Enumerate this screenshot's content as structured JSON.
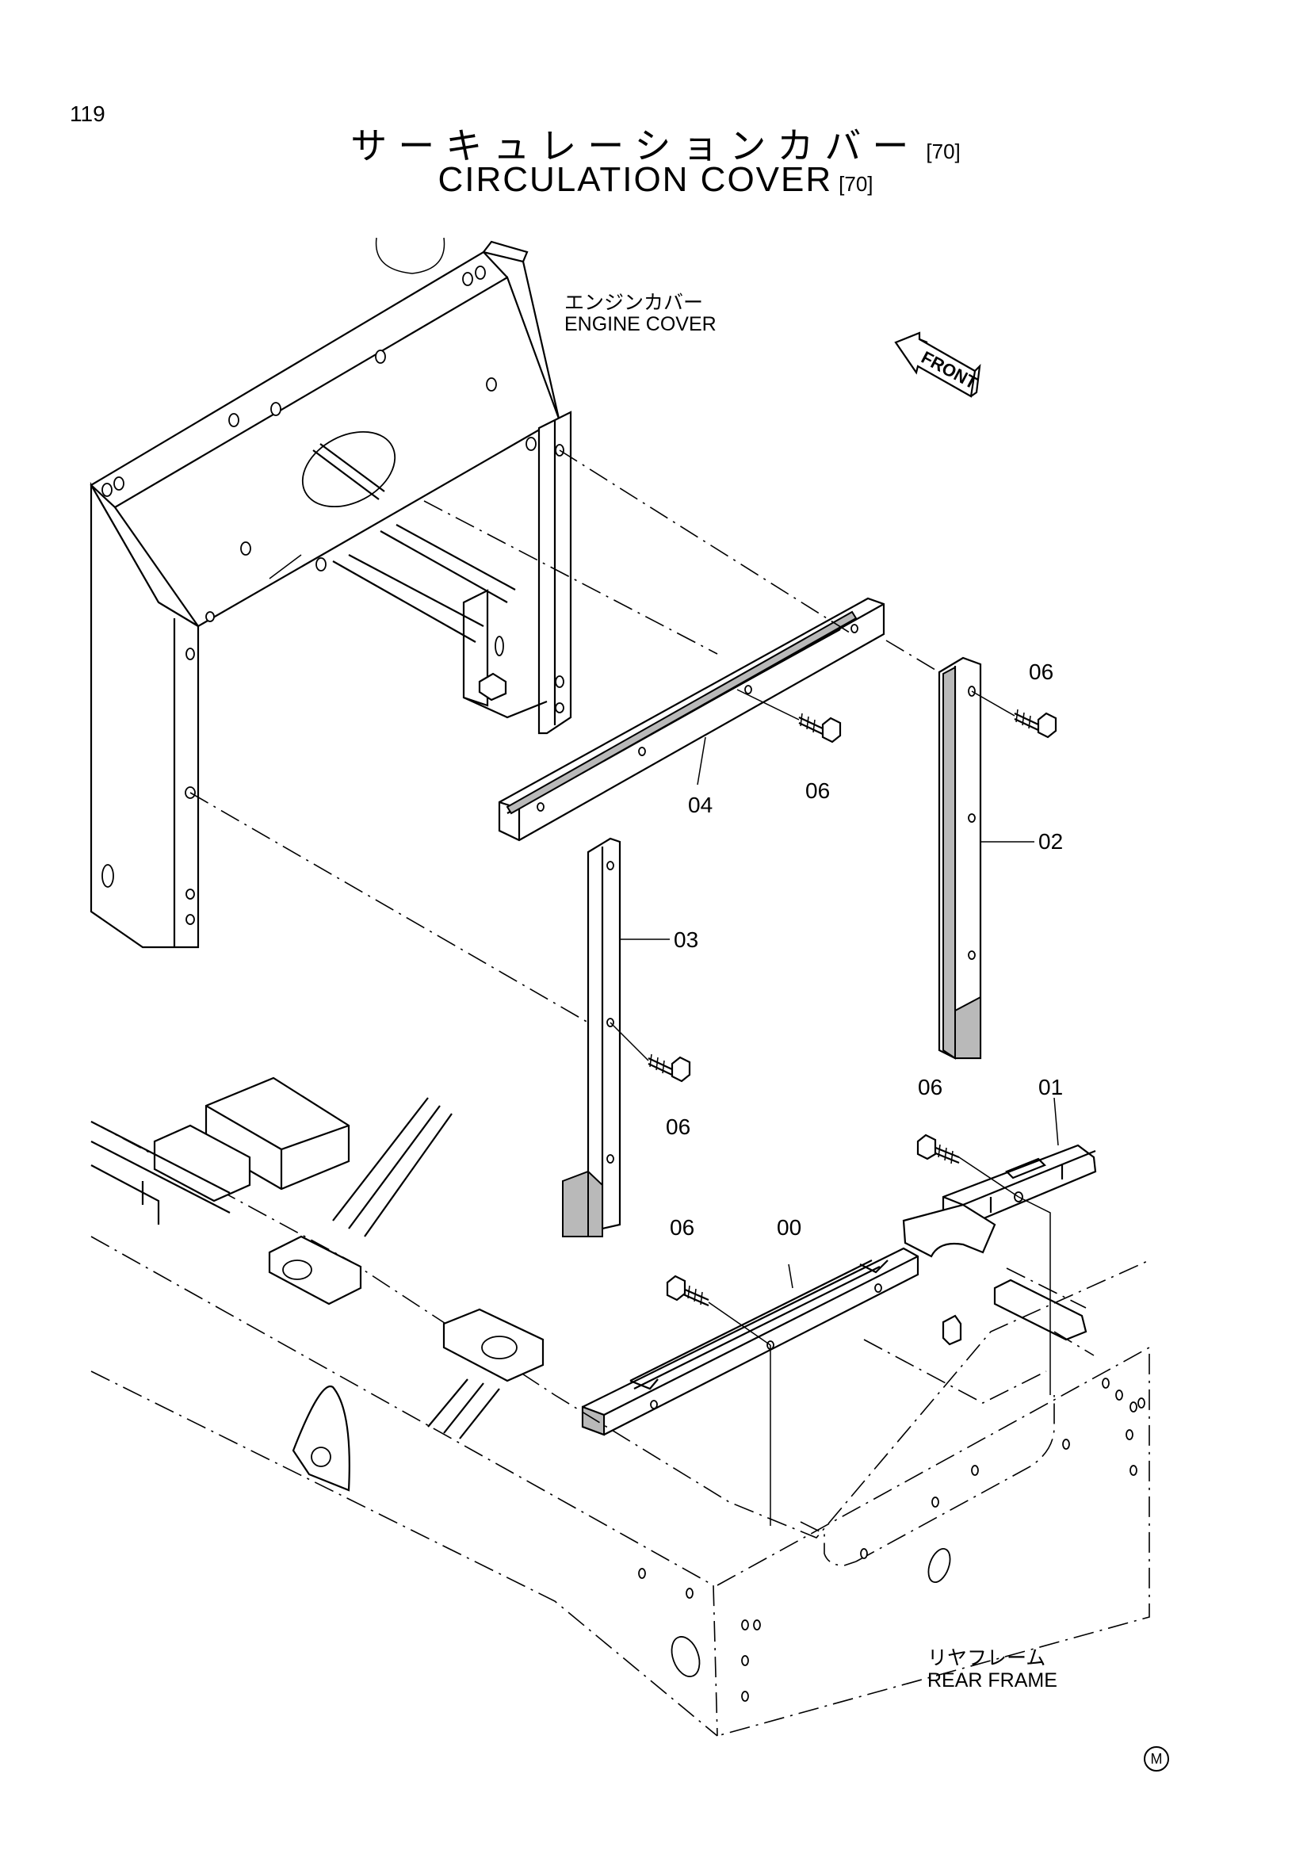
{
  "page": {
    "number": "119",
    "mark": "M"
  },
  "title": {
    "japanese": "サーキュレーションカバー",
    "english": "CIRCULATION COVER",
    "code": "[70]"
  },
  "labels": {
    "engine_cover_jp": "エンジンカバー",
    "engine_cover_en": "ENGINE COVER",
    "rear_frame_jp": "リヤフレーム",
    "rear_frame_en": "REAR FRAME",
    "front": "FRONT"
  },
  "parts": {
    "p00": "00",
    "p01": "01",
    "p02": "02",
    "p03": "03",
    "p04": "04",
    "bolt_a": "06",
    "bolt_b": "06",
    "bolt_c": "06",
    "bolt_d": "06",
    "bolt_e": "06"
  }
}
